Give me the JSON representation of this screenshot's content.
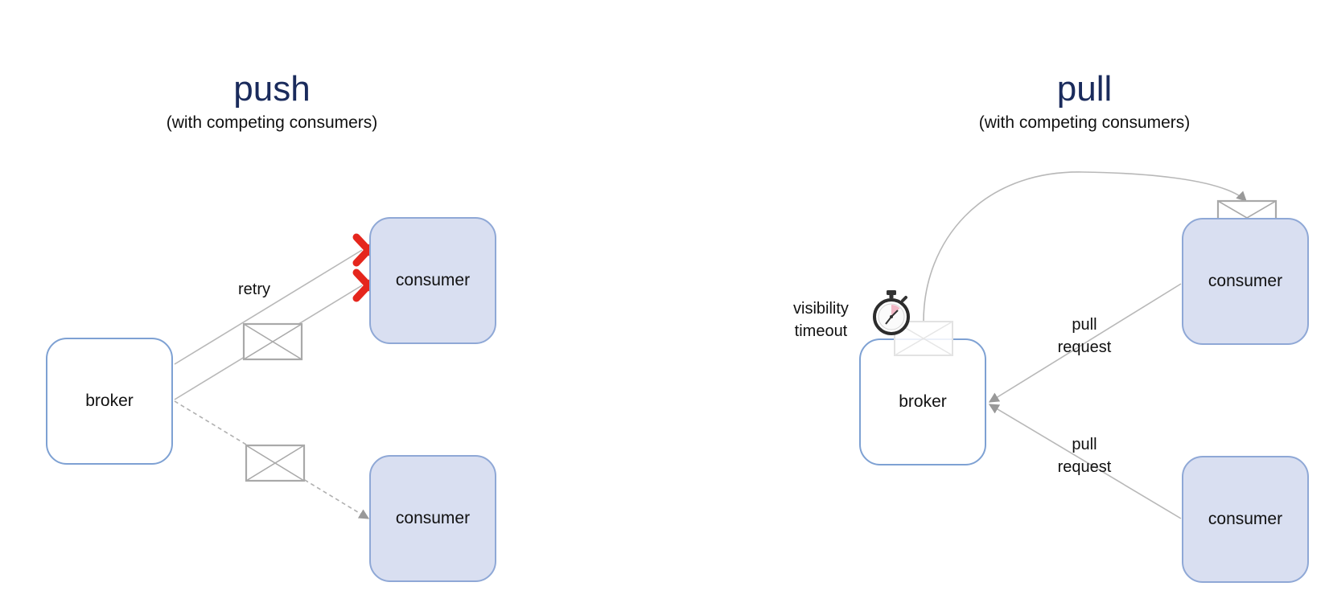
{
  "push": {
    "title": "push",
    "subtitle": "(with competing consumers)",
    "broker_label": "broker",
    "consumer_top_label": "consumer",
    "consumer_bottom_label": "consumer",
    "retry_label": "retry"
  },
  "pull": {
    "title": "pull",
    "subtitle": "(with competing consumers)",
    "broker_label": "broker",
    "consumer_top_label": "consumer",
    "consumer_bottom_label": "consumer",
    "visibility_line1": "visibility",
    "visibility_line2": "timeout",
    "pull_top_line1": "pull",
    "pull_top_line2": "request",
    "pull_bottom_line1": "pull",
    "pull_bottom_line2": "request"
  },
  "colors": {
    "title": "#1a2b5c",
    "consumer_fill": "#d9dff1",
    "box_border": "#7ea1d3",
    "connector": "#b8b8b8",
    "envelope": "#a9a9a9",
    "failure_cross": "#e5261d"
  },
  "icons": [
    "envelope-icon",
    "failure-x-icon",
    "stopwatch-icon",
    "arrowhead-icon"
  ]
}
